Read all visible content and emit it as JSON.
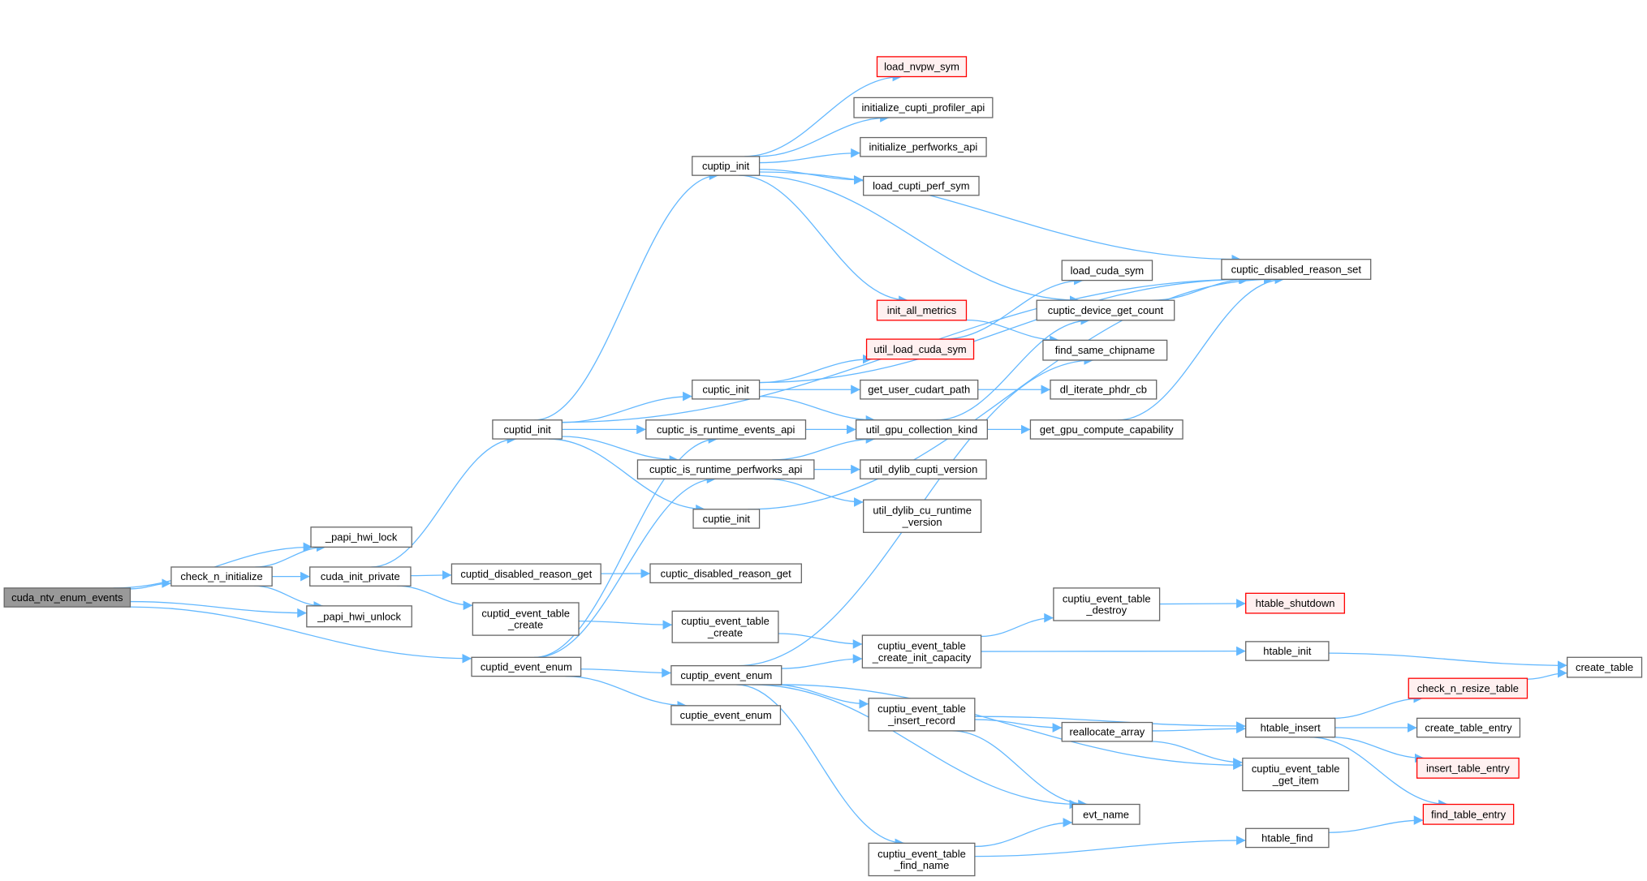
{
  "colors": {
    "edge": "#63b8ff",
    "node_border": "#666666",
    "node_fill": "#ffffff",
    "root_fill": "#999999",
    "missing_border": "#ff0000",
    "missing_fill": "#fff0f0"
  },
  "nodes": [
    {
      "id": "cuda_ntv_enum_events",
      "label": [
        "cuda_ntv_enum_events"
      ],
      "kind": "root"
    },
    {
      "id": "check_n_initialize",
      "label": [
        "check_n_initialize"
      ]
    },
    {
      "id": "_papi_hwi_lock",
      "label": [
        "_papi_hwi_lock"
      ]
    },
    {
      "id": "_papi_hwi_unlock",
      "label": [
        "_papi_hwi_unlock"
      ]
    },
    {
      "id": "cuda_init_private",
      "label": [
        "cuda_init_private"
      ]
    },
    {
      "id": "cuptid_init",
      "label": [
        "cuptid_init"
      ]
    },
    {
      "id": "cuptid_disabled_reason_get",
      "label": [
        "cuptid_disabled_reason_get"
      ]
    },
    {
      "id": "cuptid_event_table_create",
      "label": [
        "cuptid_event_table",
        "_create"
      ]
    },
    {
      "id": "cuptid_event_enum",
      "label": [
        "cuptid_event_enum"
      ]
    },
    {
      "id": "cuptic_is_runtime_events_api",
      "label": [
        "cuptic_is_runtime_events_api"
      ]
    },
    {
      "id": "cuptic_is_runtime_perfworks_api",
      "label": [
        "cuptic_is_runtime_perfworks_api"
      ]
    },
    {
      "id": "cuptie_init",
      "label": [
        "cuptie_init"
      ]
    },
    {
      "id": "cuptic_disabled_reason_get",
      "label": [
        "cuptic_disabled_reason_get"
      ]
    },
    {
      "id": "cuptiu_event_table_create",
      "label": [
        "cuptiu_event_table",
        "_create"
      ]
    },
    {
      "id": "cuptip_event_enum",
      "label": [
        "cuptip_event_enum"
      ]
    },
    {
      "id": "cuptie_event_enum",
      "label": [
        "cuptie_event_enum"
      ]
    },
    {
      "id": "cuptip_init",
      "label": [
        "cuptip_init"
      ]
    },
    {
      "id": "cuptic_init",
      "label": [
        "cuptic_init"
      ]
    },
    {
      "id": "load_nvpw_sym",
      "label": [
        "load_nvpw_sym"
      ],
      "kind": "missing"
    },
    {
      "id": "initialize_cupti_profiler_api",
      "label": [
        "initialize_cupti_profiler_api"
      ]
    },
    {
      "id": "initialize_perfworks_api",
      "label": [
        "initialize_perfworks_api"
      ]
    },
    {
      "id": "load_cupti_perf_sym",
      "label": [
        "load_cupti_perf_sym"
      ]
    },
    {
      "id": "init_all_metrics",
      "label": [
        "init_all_metrics"
      ],
      "kind": "missing"
    },
    {
      "id": "util_load_cuda_sym",
      "label": [
        "util_load_cuda_sym"
      ],
      "kind": "missing"
    },
    {
      "id": "get_user_cudart_path",
      "label": [
        "get_user_cudart_path"
      ]
    },
    {
      "id": "util_gpu_collection_kind",
      "label": [
        "util_gpu_collection_kind"
      ]
    },
    {
      "id": "util_dylib_cupti_version",
      "label": [
        "util_dylib_cupti_version"
      ]
    },
    {
      "id": "util_dylib_cu_runtime_version",
      "label": [
        "util_dylib_cu_runtime",
        "_version"
      ]
    },
    {
      "id": "cuptiu_event_table_create_init_capacity",
      "label": [
        "cuptiu_event_table",
        "_create_init_capacity"
      ]
    },
    {
      "id": "cuptiu_event_table_insert_record",
      "label": [
        "cuptiu_event_table",
        "_insert_record"
      ]
    },
    {
      "id": "cuptiu_event_table_find_name",
      "label": [
        "cuptiu_event_table",
        "_find_name"
      ]
    },
    {
      "id": "load_cuda_sym",
      "label": [
        "load_cuda_sym"
      ]
    },
    {
      "id": "cuptic_device_get_count",
      "label": [
        "cuptic_device_get_count"
      ]
    },
    {
      "id": "find_same_chipname",
      "label": [
        "find_same_chipname"
      ]
    },
    {
      "id": "dl_iterate_phdr_cb",
      "label": [
        "dl_iterate_phdr_cb"
      ]
    },
    {
      "id": "get_gpu_compute_capability",
      "label": [
        "get_gpu_compute_capability"
      ]
    },
    {
      "id": "cuptic_disabled_reason_set",
      "label": [
        "cuptic_disabled_reason_set"
      ]
    },
    {
      "id": "cuptiu_event_table_destroy",
      "label": [
        "cuptiu_event_table",
        "_destroy"
      ]
    },
    {
      "id": "htable_shutdown",
      "label": [
        "htable_shutdown"
      ],
      "kind": "missing"
    },
    {
      "id": "htable_init",
      "label": [
        "htable_init"
      ]
    },
    {
      "id": "create_table",
      "label": [
        "create_table"
      ]
    },
    {
      "id": "reallocate_array",
      "label": [
        "reallocate_array"
      ]
    },
    {
      "id": "htable_insert",
      "label": [
        "htable_insert"
      ]
    },
    {
      "id": "check_n_resize_table",
      "label": [
        "check_n_resize_table"
      ],
      "kind": "missing"
    },
    {
      "id": "create_table_entry",
      "label": [
        "create_table_entry"
      ]
    },
    {
      "id": "insert_table_entry",
      "label": [
        "insert_table_entry"
      ],
      "kind": "missing"
    },
    {
      "id": "find_table_entry",
      "label": [
        "find_table_entry"
      ],
      "kind": "missing"
    },
    {
      "id": "cuptiu_event_table_get_item",
      "label": [
        "cuptiu_event_table",
        "_get_item"
      ]
    },
    {
      "id": "evt_name",
      "label": [
        "evt_name"
      ]
    },
    {
      "id": "htable_find",
      "label": [
        "htable_find"
      ]
    }
  ],
  "edges": [
    [
      "cuda_ntv_enum_events",
      "check_n_initialize"
    ],
    [
      "cuda_ntv_enum_events",
      "_papi_hwi_lock"
    ],
    [
      "cuda_ntv_enum_events",
      "_papi_hwi_unlock"
    ],
    [
      "cuda_ntv_enum_events",
      "cuptid_event_enum"
    ],
    [
      "check_n_initialize",
      "_papi_hwi_lock"
    ],
    [
      "check_n_initialize",
      "cuda_init_private"
    ],
    [
      "check_n_initialize",
      "_papi_hwi_unlock"
    ],
    [
      "cuda_init_private",
      "cuptid_init"
    ],
    [
      "cuda_init_private",
      "cuptid_disabled_reason_get"
    ],
    [
      "cuda_init_private",
      "cuptid_event_table_create"
    ],
    [
      "cuptid_init",
      "cuptip_init"
    ],
    [
      "cuptid_init",
      "cuptic_init"
    ],
    [
      "cuptid_init",
      "cuptic_is_runtime_events_api"
    ],
    [
      "cuptid_init",
      "cuptic_is_runtime_perfworks_api"
    ],
    [
      "cuptid_init",
      "cuptie_init"
    ],
    [
      "cuptid_init",
      "cuptic_disabled_reason_set"
    ],
    [
      "cuptid_disabled_reason_get",
      "cuptic_disabled_reason_get"
    ],
    [
      "cuptid_event_table_create",
      "cuptiu_event_table_create"
    ],
    [
      "cuptid_event_enum",
      "cuptic_is_runtime_events_api"
    ],
    [
      "cuptid_event_enum",
      "cuptic_is_runtime_perfworks_api"
    ],
    [
      "cuptid_event_enum",
      "cuptip_event_enum"
    ],
    [
      "cuptid_event_enum",
      "cuptie_event_enum"
    ],
    [
      "cuptip_init",
      "load_nvpw_sym"
    ],
    [
      "cuptip_init",
      "initialize_cupti_profiler_api"
    ],
    [
      "cuptip_init",
      "initialize_perfworks_api"
    ],
    [
      "cuptip_init",
      "load_cupti_perf_sym"
    ],
    [
      "cuptip_init",
      "init_all_metrics"
    ],
    [
      "cuptip_init",
      "cuptic_device_get_count"
    ],
    [
      "cuptip_init",
      "cuptic_disabled_reason_set"
    ],
    [
      "cuptic_init",
      "cuptic_disabled_reason_set"
    ],
    [
      "cuptic_init",
      "util_load_cuda_sym"
    ],
    [
      "cuptic_init",
      "get_user_cudart_path"
    ],
    [
      "cuptic_init",
      "util_gpu_collection_kind"
    ],
    [
      "cuptic_is_runtime_events_api",
      "util_gpu_collection_kind"
    ],
    [
      "cuptic_is_runtime_perfworks_api",
      "util_gpu_collection_kind"
    ],
    [
      "cuptic_is_runtime_perfworks_api",
      "util_dylib_cupti_version"
    ],
    [
      "cuptic_is_runtime_perfworks_api",
      "util_dylib_cu_runtime_version"
    ],
    [
      "cuptie_init",
      "cuptic_disabled_reason_set"
    ],
    [
      "cuptiu_event_table_create",
      "cuptiu_event_table_create_init_capacity"
    ],
    [
      "cuptip_event_enum",
      "find_same_chipname"
    ],
    [
      "cuptip_event_enum",
      "cuptiu_event_table_create_init_capacity"
    ],
    [
      "cuptip_event_enum",
      "cuptiu_event_table_insert_record"
    ],
    [
      "cuptip_event_enum",
      "cuptiu_event_table_get_item"
    ],
    [
      "cuptip_event_enum",
      "evt_name"
    ],
    [
      "cuptip_event_enum",
      "cuptiu_event_table_find_name"
    ],
    [
      "init_all_metrics",
      "find_same_chipname"
    ],
    [
      "util_load_cuda_sym",
      "load_cuda_sym"
    ],
    [
      "get_user_cudart_path",
      "dl_iterate_phdr_cb"
    ],
    [
      "util_gpu_collection_kind",
      "cuptic_device_get_count"
    ],
    [
      "util_gpu_collection_kind",
      "get_gpu_compute_capability"
    ],
    [
      "cuptic_device_get_count",
      "cuptic_disabled_reason_set"
    ],
    [
      "get_gpu_compute_capability",
      "cuptic_disabled_reason_set"
    ],
    [
      "cuptiu_event_table_create_init_capacity",
      "cuptiu_event_table_destroy"
    ],
    [
      "cuptiu_event_table_create_init_capacity",
      "htable_init"
    ],
    [
      "cuptiu_event_table_destroy",
      "htable_shutdown"
    ],
    [
      "htable_init",
      "create_table"
    ],
    [
      "cuptiu_event_table_insert_record",
      "htable_insert"
    ],
    [
      "cuptiu_event_table_insert_record",
      "reallocate_array"
    ],
    [
      "cuptiu_event_table_insert_record",
      "evt_name"
    ],
    [
      "reallocate_array",
      "htable_insert"
    ],
    [
      "reallocate_array",
      "cuptiu_event_table_get_item"
    ],
    [
      "htable_insert",
      "check_n_resize_table"
    ],
    [
      "htable_insert",
      "create_table_entry"
    ],
    [
      "htable_insert",
      "insert_table_entry"
    ],
    [
      "htable_insert",
      "find_table_entry"
    ],
    [
      "check_n_resize_table",
      "create_table"
    ],
    [
      "cuptiu_event_table_find_name",
      "evt_name"
    ],
    [
      "cuptiu_event_table_find_name",
      "htable_find"
    ],
    [
      "htable_find",
      "find_table_entry"
    ]
  ]
}
